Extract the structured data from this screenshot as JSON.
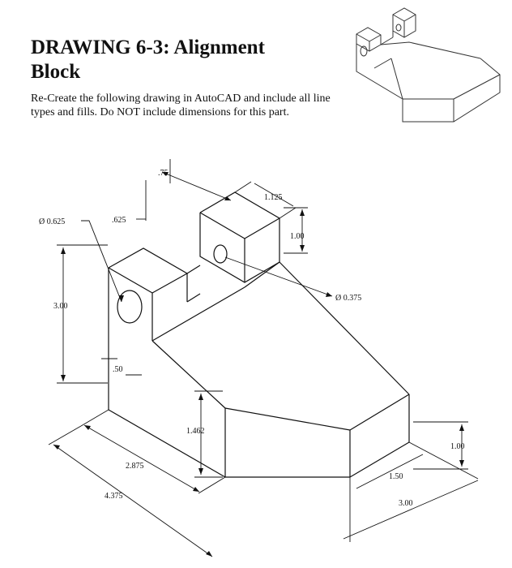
{
  "header": {
    "title_line1": "DRAWING 6-3:  Alignment",
    "title_line2": "Block",
    "instructions": "Re-Create the following drawing in AutoCAD and include all line types and fills.  Do NOT include dimensions for this part."
  },
  "dimensions": {
    "d075": ".75",
    "d0625": ".625",
    "d1125": "1.125",
    "d100_top": "1.00",
    "hole_small": "Ø 0.625",
    "hole_large": "Ø 0.375",
    "d300_h": "3.00",
    "d050": ".50",
    "d1462": "1.462",
    "d2875": "2.875",
    "d4375": "4.375",
    "d100_right": "1.00",
    "d150": "1.50",
    "d300_w": "3.00"
  }
}
